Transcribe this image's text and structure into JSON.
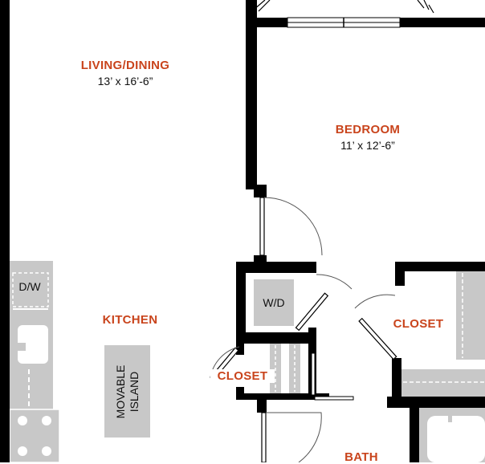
{
  "colors": {
    "wall": "#000000",
    "room_label": "#c9441c",
    "fixture": "#c8c8c8",
    "text": "#111111"
  },
  "rooms": {
    "living": {
      "name": "LIVING/DINING",
      "dims": "13’ x  16’-6”"
    },
    "bedroom": {
      "name": "BEDROOM",
      "dims": "11’ x  12’-6”"
    },
    "kitchen": {
      "name": "KITCHEN"
    },
    "closet_bedroom": {
      "name": "CLOSET"
    },
    "closet_hall": {
      "name": "CLOSET"
    },
    "bath": {
      "name": "BATH"
    }
  },
  "fixtures": {
    "dishwasher": "D/W",
    "washer_dryer": "W/D",
    "island": {
      "line1": "MOVABLE",
      "line2": "ISLAND"
    }
  }
}
